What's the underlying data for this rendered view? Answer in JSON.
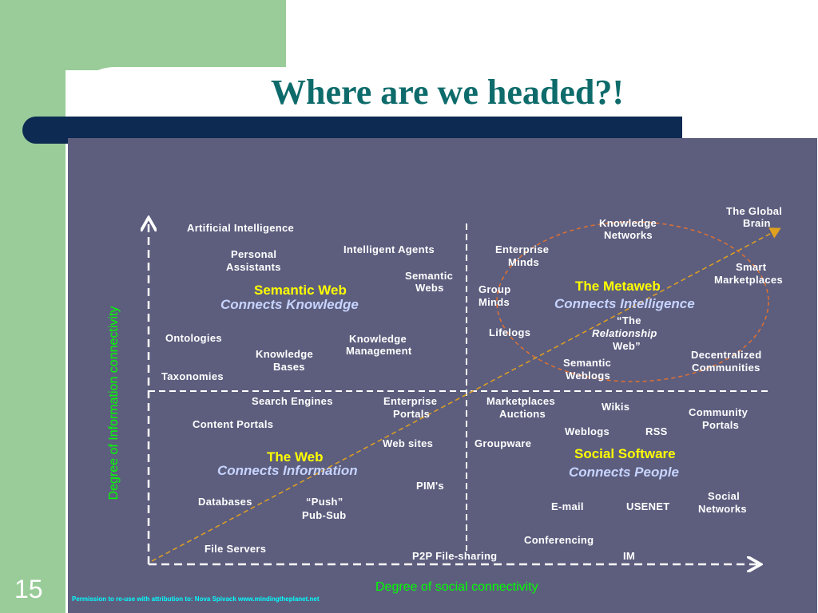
{
  "slide": {
    "title": "Where are we headed?!",
    "page_number": "15",
    "credit": "Permission to re-use with attribution to: Nova Spivack www.mindingtheplanet.net"
  },
  "axes": {
    "x_label": "Degree of social connectivity",
    "y_label": "Degree of Information connectivity"
  },
  "quadrants": {
    "semantic_web": {
      "title": "Semantic Web",
      "subtitle": "Connects Knowledge"
    },
    "metaweb": {
      "title": "The Metaweb",
      "subtitle": "Connects Intelligence"
    },
    "web": {
      "title": "The Web",
      "subtitle": "Connects Information"
    },
    "social_software": {
      "title": "Social Software",
      "subtitle": "Connects People"
    }
  },
  "items": {
    "artificial_intelligence": "Artificial Intelligence",
    "personal_assistants_1": "Personal",
    "personal_assistants_2": "Assistants",
    "intelligent_agents": "Intelligent Agents",
    "semantic_webs_1": "Semantic",
    "semantic_webs_2": "Webs",
    "ontologies": "Ontologies",
    "knowledge_bases_1": "Knowledge",
    "knowledge_bases_2": "Bases",
    "knowledge_management_1": "Knowledge",
    "knowledge_management_2": "Management",
    "taxonomies": "Taxonomies",
    "enterprise_minds_1": "Enterprise",
    "enterprise_minds_2": "Minds",
    "knowledge_networks_1": "Knowledge",
    "knowledge_networks_2": "Networks",
    "global_brain_1": "The Global",
    "global_brain_2": "Brain",
    "smart_marketplaces_1": "Smart",
    "smart_marketplaces_2": "Marketplaces",
    "group_minds_1": "Group",
    "group_minds_2": "Minds",
    "lifelogs": "Lifelogs",
    "relationship_web_1": "“The",
    "relationship_web_2": "Relationship",
    "relationship_web_3": "Web”",
    "semantic_weblogs_1": "Semantic",
    "semantic_weblogs_2": "Weblogs",
    "decentralized_communities_1": "Decentralized",
    "decentralized_communities_2": "Communities",
    "search_engines": "Search Engines",
    "enterprise_portals_1": "Enterprise",
    "enterprise_portals_2": "Portals",
    "content_portals": "Content Portals",
    "web_sites": "Web sites",
    "pims": "PIM's",
    "databases": "Databases",
    "push": "“Push”",
    "pub_sub": "Pub-Sub",
    "file_servers": "File Servers",
    "p2p_file_sharing": "P2P File-sharing",
    "marketplaces": "Marketplaces",
    "auctions": "Auctions",
    "wikis": "Wikis",
    "community_portals_1": "Community",
    "community_portals_2": "Portals",
    "weblogs": "Weblogs",
    "rss": "RSS",
    "groupware": "Groupware",
    "email": "E-mail",
    "usenet": "USENET",
    "social_networks_1": "Social",
    "social_networks_2": "Networks",
    "conferencing": "Conferencing",
    "im": "IM"
  },
  "colors": {
    "panel": "#5d5e7e",
    "quadrant_title": "#ffff00",
    "quadrant_subtitle": "#c7d4ff",
    "axis_label": "#00ff00",
    "trend_arrow": "#e0a020",
    "metaweb_ellipse": "#e07030"
  }
}
